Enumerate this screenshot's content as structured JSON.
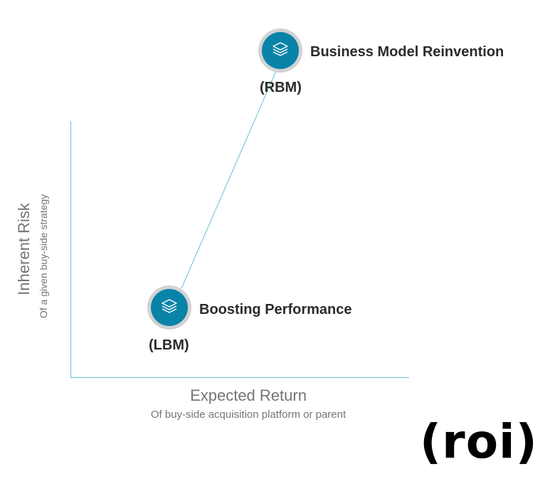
{
  "axes": {
    "y_title": "Inherent Risk",
    "y_subtitle": "Of a given buy-side strategy",
    "x_title": "Expected Return",
    "x_subtitle": "Of buy-side acquisition platform or parent"
  },
  "nodes": [
    {
      "title": "Business Model Reinvention",
      "abbr": "(RBM)",
      "icon": "layers-icon"
    },
    {
      "title": "Boosting Performance",
      "abbr": "(LBM)",
      "icon": "layers-icon"
    }
  ],
  "logo": {
    "text": "(roi)"
  },
  "colors": {
    "node_fill": "#0a83a8",
    "node_ring": "#d2d2d2",
    "axis_line": "#5fc4d4",
    "connector": "#5fc4d4"
  }
}
